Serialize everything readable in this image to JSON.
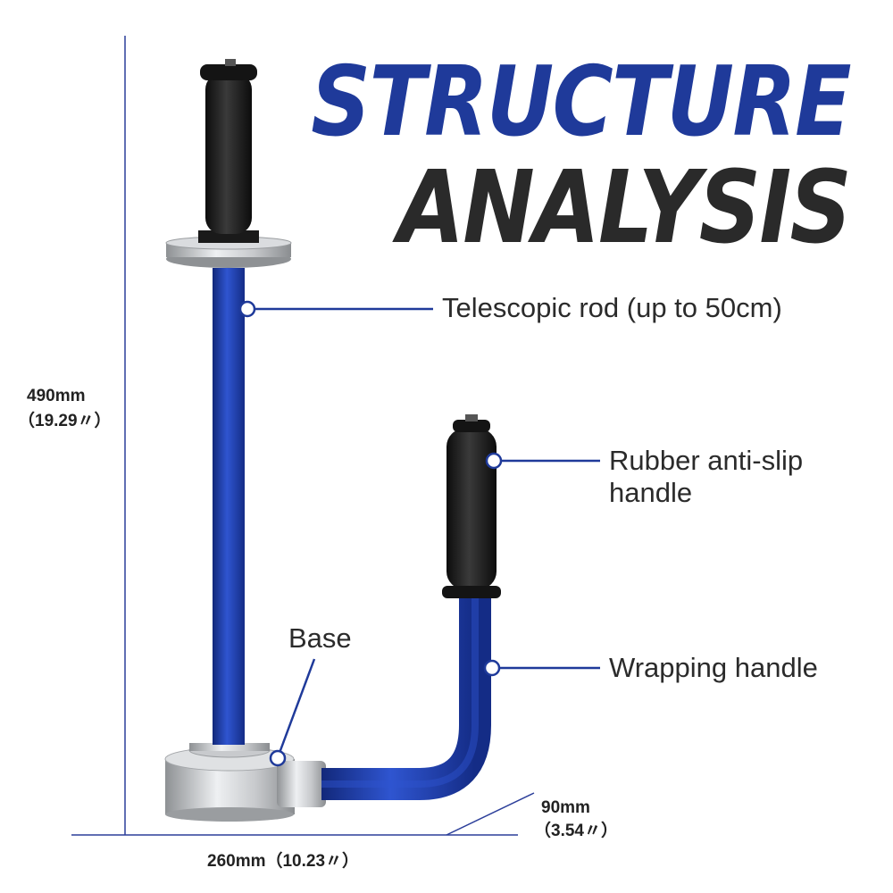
{
  "title": {
    "line1": "STRUCTURE",
    "line2": "ANALYSIS"
  },
  "colors": {
    "blue_title": "#1f3a9a",
    "dark_title": "#2a2a2a",
    "rod_blue": "#1e3fae",
    "grip_black": "#1b1b1b",
    "steel": "#c9cbce",
    "callout_line": "#1f3a9a"
  },
  "callouts": {
    "rod": "Telescopic rod (up to 50cm)",
    "grip_line1": "Rubber anti-slip",
    "grip_line2": "handle",
    "wrapping": "Wrapping handle",
    "base": "Base"
  },
  "dimensions": {
    "height_mm": "490mm",
    "height_in": "（19.29〃）",
    "width": "260mm（10.23〃）",
    "depth_mm": "90mm",
    "depth_in": "（3.54〃）"
  }
}
